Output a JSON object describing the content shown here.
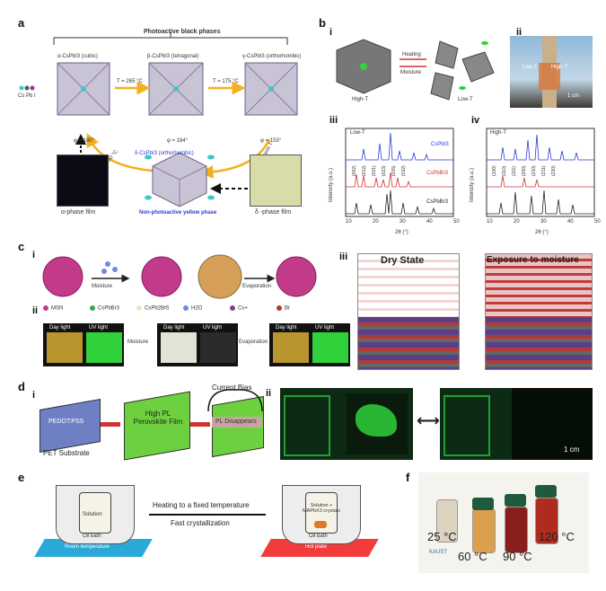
{
  "panel_a": {
    "letter": "a",
    "brace_title": "Photoactive black phases",
    "alpha_title": "α-CsPbI3 (cubic)",
    "beta_title": "β-CsPbI3 (tetragonal)",
    "gamma_title": "γ-CsPbI3 (orthorhombic)",
    "t1": "T = 265 °C",
    "t2": "T = 175 °C",
    "phi1": "φ = 180°",
    "phi2": "φ = 164°",
    "phi3": "φ = 153°",
    "delta_title": "δ-CsPbI3 (orthorhombic)",
    "t3": "T = 300 - 360 °C",
    "room_t": "Room T",
    "nonphoto": "Non-photoactive yellow phase",
    "alpha_film": "α-phase film",
    "delta_film": "δ -phase film",
    "legend": "Cs  Pb  I"
  },
  "panel_b": {
    "letter": "b",
    "i": "i",
    "ii": "ii",
    "iii": "iii",
    "iv": "iv",
    "heating": "Heating",
    "moisture": "Moisture",
    "high_t": "High-T",
    "low_t": "Low-T",
    "photo_low": "Low-T",
    "photo_high": "High-T",
    "scale": "1 cm",
    "iii_title": "Low-T",
    "iv_title": "High-T",
    "ylabel": "Intensity (a.u.)",
    "xlabel": "2θ (°)",
    "iii_series": [
      "CsPbI3",
      "CsPbBr3",
      "CsPbBr3"
    ],
    "iii_peaks": [
      "(002)",
      "(012)",
      "(021)",
      "(023)",
      "(015)",
      "(032)"
    ],
    "iv_peaks": [
      "(100)",
      "(110)",
      "(111)",
      "(200)",
      "(210)",
      "(211)",
      "(220)"
    ],
    "xticks": [
      "10",
      "20",
      "30",
      "40",
      "50"
    ]
  },
  "panel_c": {
    "letter": "c",
    "i": "i",
    "ii": "ii",
    "iii": "iii",
    "moisture": "Moisture",
    "evaporation": "Evaporation",
    "legend": [
      "MSN",
      "CsPbBr3",
      "CsPb2Br5",
      "H2O",
      "Cs+",
      "Br"
    ],
    "day": "Day light",
    "uv": "UV light",
    "moisture2": "Moisture",
    "evaporation2": "Evaporation",
    "dry": "Dry State",
    "exposure": "Exposure to moisture"
  },
  "panel_d": {
    "letter": "d",
    "i": "i",
    "ii": "ii",
    "pedot": "PEDOT:PSS",
    "pet": "PET Substrate",
    "high_pl": "High PL Perovskite Film",
    "bias": "Current Bias",
    "disappears": "PL Disappears",
    "scale": "1 cm"
  },
  "panel_e": {
    "letter": "e",
    "solution": "Solution",
    "oil": "Oil bath",
    "room": "Room temperature",
    "heating": "Heating to a fixed temperature",
    "fast": "Fast crystallization",
    "solution2": "Solution + MAPbX3 crystals",
    "oil2": "Oil bath",
    "hot": "Hot plate"
  },
  "panel_f": {
    "letter": "f",
    "t25": "25 °C",
    "t60": "60 °C",
    "t90": "90 °C",
    "t120": "120 °C",
    "kaust": "KAUST"
  },
  "colors": {
    "yellow_arrow": "#f2b01e",
    "blue_plot": "#2a3bd6",
    "red_plot": "#d23232",
    "black_plot": "#222222",
    "green_pl": "#2fd23a",
    "cyan_hot": "#f23b3b",
    "blue_room": "#2aa8d8"
  }
}
